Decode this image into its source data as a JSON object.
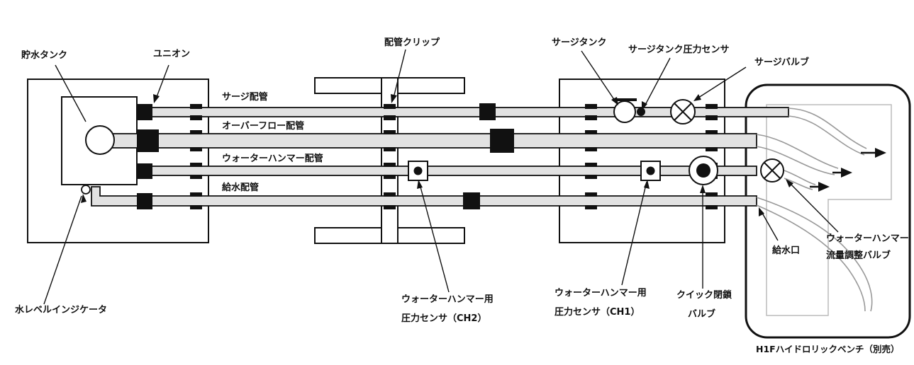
{
  "labels": {
    "reservoir_tank": "貯水タンク",
    "union": "ユニオン",
    "pipe_clip": "配管クリップ",
    "surge_tank": "サージタンク",
    "surge_tank_pressure_sensor": "サージタンク圧力センサ",
    "surge_valve": "サージバルブ",
    "surge_pipe": "サージ配管",
    "overflow_pipe": "オーバーフロー配管",
    "water_hammer_pipe": "ウォーターハンマー配管",
    "supply_pipe": "給水配管",
    "water_level_indicator": "水レベルインジケータ",
    "sensor_ch2_line1": "ウォーターハンマー用",
    "sensor_ch2_line2": "圧力センサ（CH2）",
    "sensor_ch1_line1": "ウォーターハンマー用",
    "sensor_ch1_line2": "圧力センサ（CH1）",
    "quick_valve_line1": "クイック閉鎖",
    "quick_valve_line2": "バルブ",
    "supply_inlet": "給水口",
    "flow_valve_line1": "ウォーターハンマー",
    "flow_valve_line2": "流量調整バルブ",
    "bench": "H1Fハイドロリックベンチ（別売）"
  },
  "colors": {
    "outline": "#111111",
    "pipe_fill": "#e2e2e2",
    "fitting": "#111111",
    "hose": "#999999",
    "background": "#ffffff"
  }
}
